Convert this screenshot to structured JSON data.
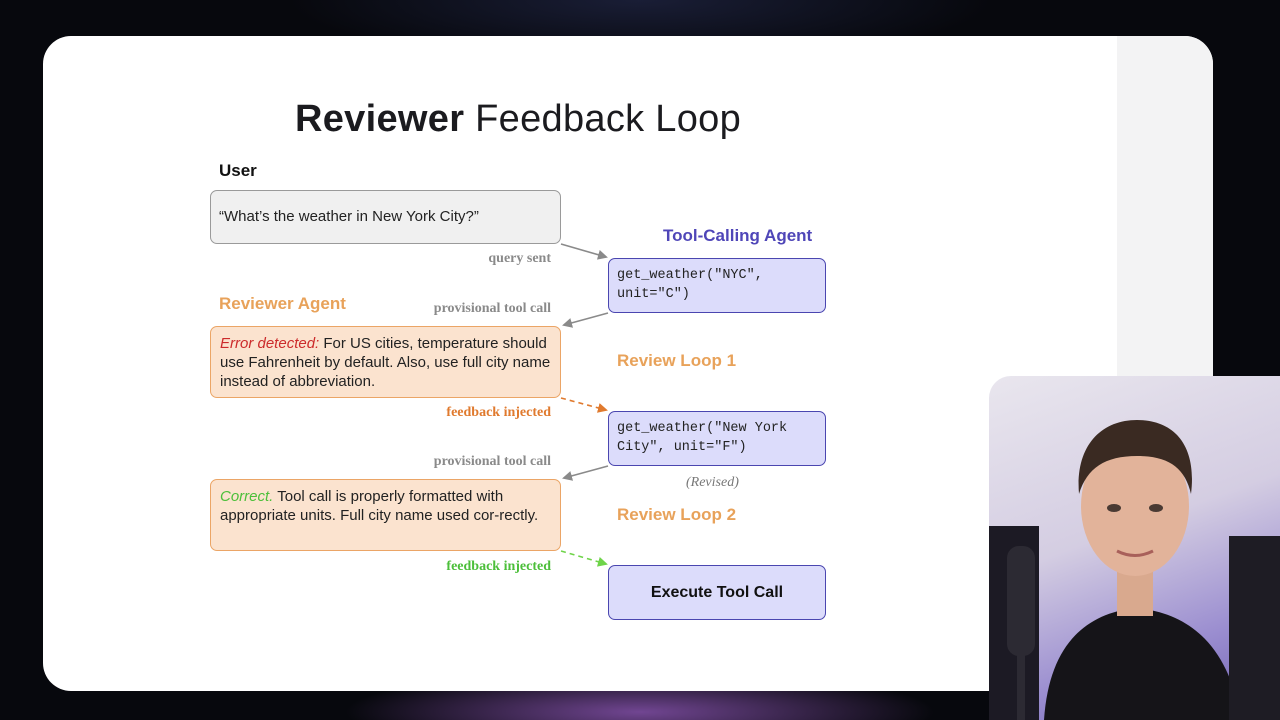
{
  "slide": {
    "title_bold": "Reviewer",
    "title_rest": "Feedback Loop"
  },
  "user": {
    "label": "User",
    "query": "“What’s the weather in New York City?”"
  },
  "agent": {
    "label": "Tool-Calling Agent",
    "call_1": "get_weather(\"NYC\",\nunit=\"C\")",
    "call_2": "get_weather(\"New York\nCity\", unit=\"F\")",
    "revised_note": "(Revised)",
    "execute_label": "Execute Tool Call"
  },
  "reviewer": {
    "label": "Reviewer Agent",
    "feedback_1_prefix": "Error detected:",
    "feedback_1_text": " For US cities, temperature should use Fahrenheit by default.  Also, use full city name instead of abbreviation.",
    "feedback_2_prefix": "Correct.",
    "feedback_2_text": "  Tool call is properly formatted with appropriate units.  Full city name used cor-rectly."
  },
  "loops": {
    "loop_1": "Review Loop 1",
    "loop_2": "Review Loop 2"
  },
  "edges": {
    "query_sent": "query sent",
    "provisional_1": "provisional tool call",
    "feedback_1": "feedback injected",
    "provisional_2": "provisional tool call",
    "feedback_2": "feedback injected"
  },
  "colors": {
    "agent_blue": "#4f46b8",
    "reviewer_orange": "#e8a25a",
    "error_red": "#cc2b2b",
    "correct_green": "#4cbf3a",
    "tool_box_fill": "#dcdcfb",
    "review_box_fill": "#fbe3cf"
  }
}
